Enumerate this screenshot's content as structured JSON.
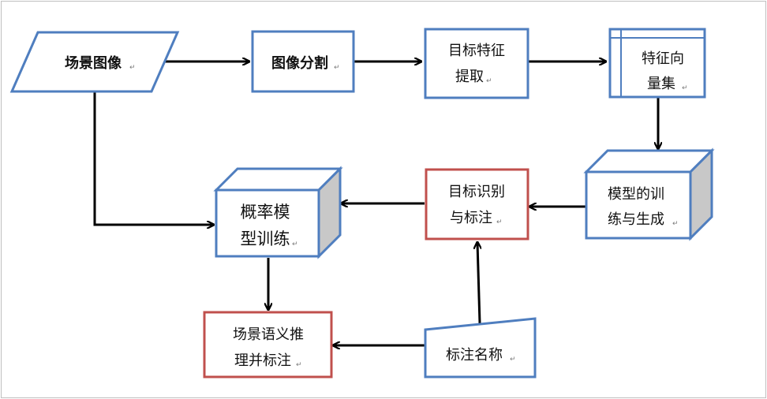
{
  "diagram": {
    "nodes": {
      "scene_image": "场景图像",
      "image_segmentation": "图像分割",
      "target_feature_l1": "目标特征",
      "target_feature_l2": "提取",
      "feature_vector_l1": "特征向",
      "feature_vector_l2": "量集",
      "model_training_l1": "模型的训",
      "model_training_l2": "练与生成",
      "target_recognition_l1": "目标识别",
      "target_recognition_l2": "与标注",
      "prob_training_l1": "概率模",
      "prob_training_l2": "型训练",
      "label_name": "标注名称",
      "semantic_l1": "场景语义推",
      "semantic_l2": "理并标注"
    },
    "paragraph_mark": "↵",
    "colors": {
      "box_stroke": "#4F7EBF",
      "red_stroke": "#C0504D",
      "arrow": "#000000",
      "cube_side": "#C8C8C8",
      "frame": "#BFBFBF"
    }
  }
}
